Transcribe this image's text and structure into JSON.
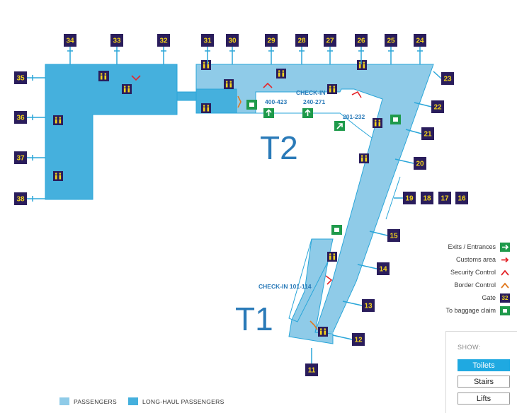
{
  "colors": {
    "passengers": "#8fcbe8",
    "long_haul": "#45b0dd",
    "outline": "#2aa6d9",
    "gate_bg": "#2a1d5c",
    "gate_text": "#f2d21b",
    "exit_green": "#1f9a4b",
    "customs_red": "#e3262b",
    "security_red": "#e3262b",
    "border_orange": "#e0781e",
    "active_button": "#1fa9e1"
  },
  "terminals": {
    "t1": "T1",
    "t2": "T2"
  },
  "checkin": {
    "t2_title": "CHECK-IN",
    "t2_ranges": [
      "400-423",
      "240-271",
      "201-232"
    ],
    "t1_label": "CHECK-IN 101-114"
  },
  "gates": {
    "top": [
      "34",
      "33",
      "32",
      "31",
      "30",
      "29",
      "28",
      "27",
      "26",
      "25",
      "24"
    ],
    "left": [
      "35",
      "36",
      "37",
      "38"
    ],
    "right": [
      "23",
      "22",
      "21",
      "20",
      "19",
      "18",
      "17",
      "16",
      "15",
      "14",
      "13",
      "12",
      "11"
    ]
  },
  "legend": {
    "items": [
      {
        "label": "Exits / Entrances",
        "icon": "exit-arrow-icon"
      },
      {
        "label": "Customs area",
        "icon": "customs-icon"
      },
      {
        "label": "Security Control",
        "icon": "security-icon"
      },
      {
        "label": "Border Control",
        "icon": "border-control-icon"
      },
      {
        "label": "Gate",
        "icon": "gate-badge-icon",
        "sample": "32"
      },
      {
        "label": "To baggage claim",
        "icon": "baggage-claim-icon"
      }
    ]
  },
  "show": {
    "title": "SHOW:",
    "buttons": [
      {
        "label": "Toilets",
        "active": true
      },
      {
        "label": "Stairs",
        "active": false
      },
      {
        "label": "Lifts",
        "active": false
      }
    ]
  },
  "area_legend": {
    "passengers": "PASSENGERS",
    "long_haul": "LONG-HAUL PASSENGERS"
  }
}
